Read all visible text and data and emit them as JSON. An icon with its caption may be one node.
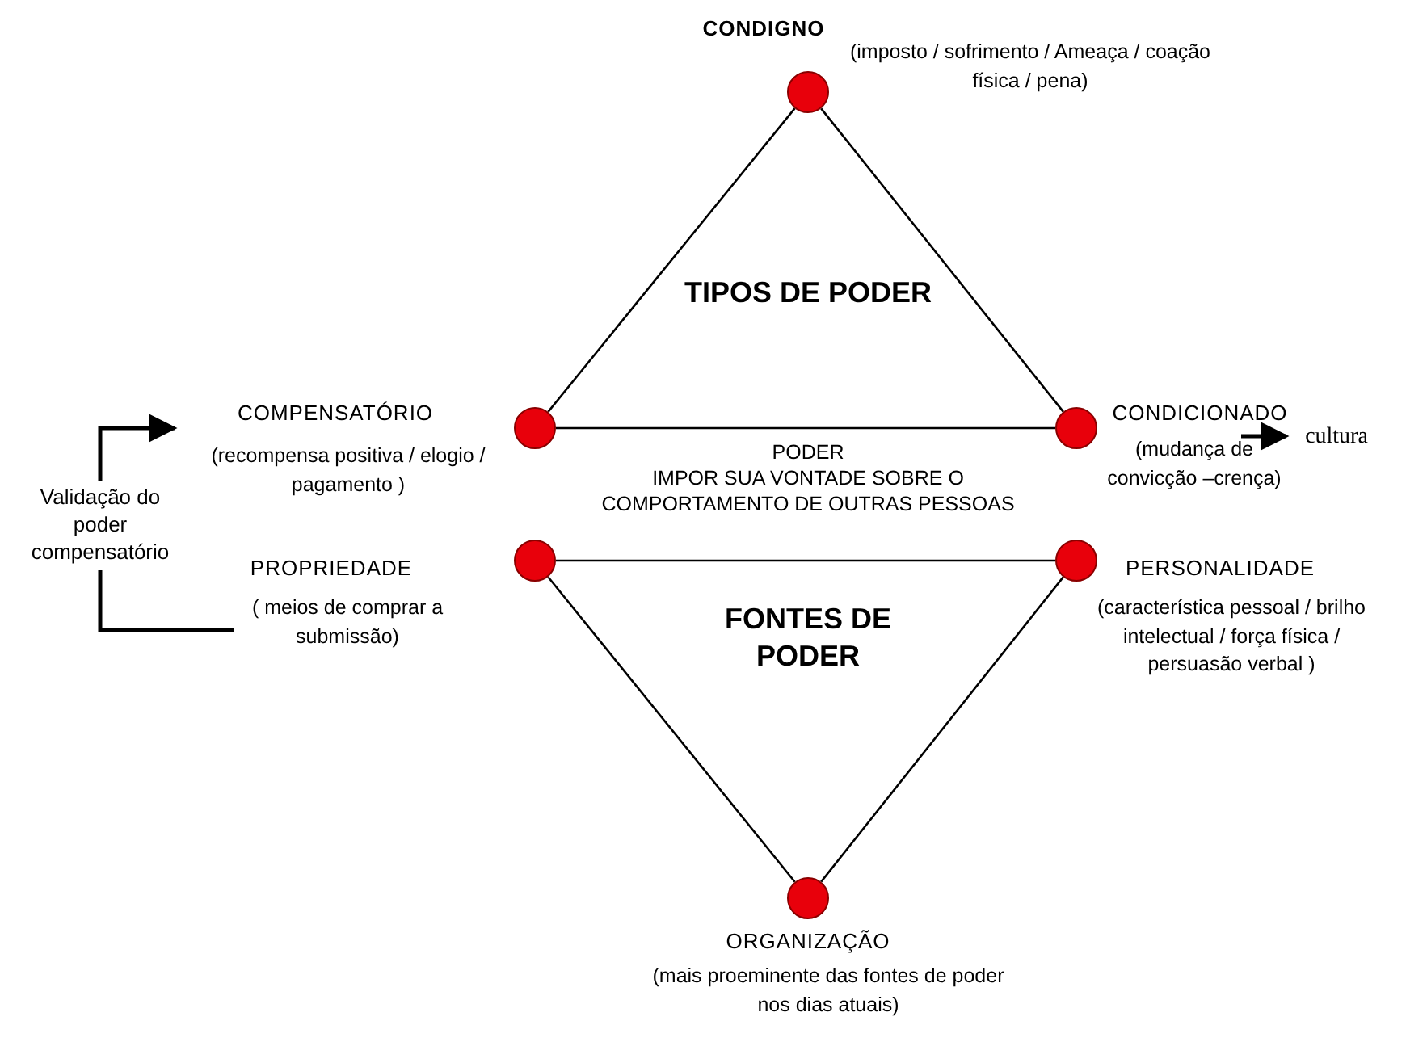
{
  "diagram": {
    "nodes": [
      {
        "text": [
          "CONDIGNO",
          "(imposto / sofrimento / Ameaça / coação física / pena)"
        ]
      },
      {
        "text": [
          "COMPENSATÓRIO",
          "(recompensa positiva / elogio / pagamento )"
        ]
      },
      {
        "text": [
          "CONDICIONADO",
          "(mudança de convicção –crença)"
        ]
      },
      {
        "text": [
          "PROPRIEDADE",
          "( meios de comprar a submissão)"
        ]
      },
      {
        "text": [
          "PERSONALIDADE",
          "(característica pessoal / brilho intelectual / força física / persuasão verbal )"
        ]
      },
      {
        "text": [
          "ORGANIZAÇÃO",
          "(mais proeminente das fontes de poder nos dias atuais)"
        ]
      },
      {
        "text": [
          "cultura"
        ]
      },
      {
        "text": [
          "Validação do poder compensatório"
        ]
      }
    ],
    "edges": [
      {
        "from": 0,
        "to": 1,
        "arrow": "none"
      },
      {
        "from": 0,
        "to": 2,
        "arrow": "none"
      },
      {
        "from": 1,
        "to": 2,
        "arrow": "none"
      },
      {
        "from": 3,
        "to": 4,
        "arrow": "none"
      },
      {
        "from": 3,
        "to": 5,
        "arrow": "none"
      },
      {
        "from": 4,
        "to": 5,
        "arrow": "none"
      },
      {
        "from": 2,
        "to": 6,
        "arrow": "to"
      },
      {
        "from": 7,
        "to": 1,
        "arrow": "to"
      },
      {
        "from": 7,
        "to": 3,
        "arrow": "none"
      }
    ],
    "labels": [
      "TIPOS DE PODER",
      "PODER",
      "IMPOR SUA VONTADE SOBRE O COMPORTAMENTO DE OUTRAS PESSOAS",
      "FONTES DE PODER"
    ]
  }
}
